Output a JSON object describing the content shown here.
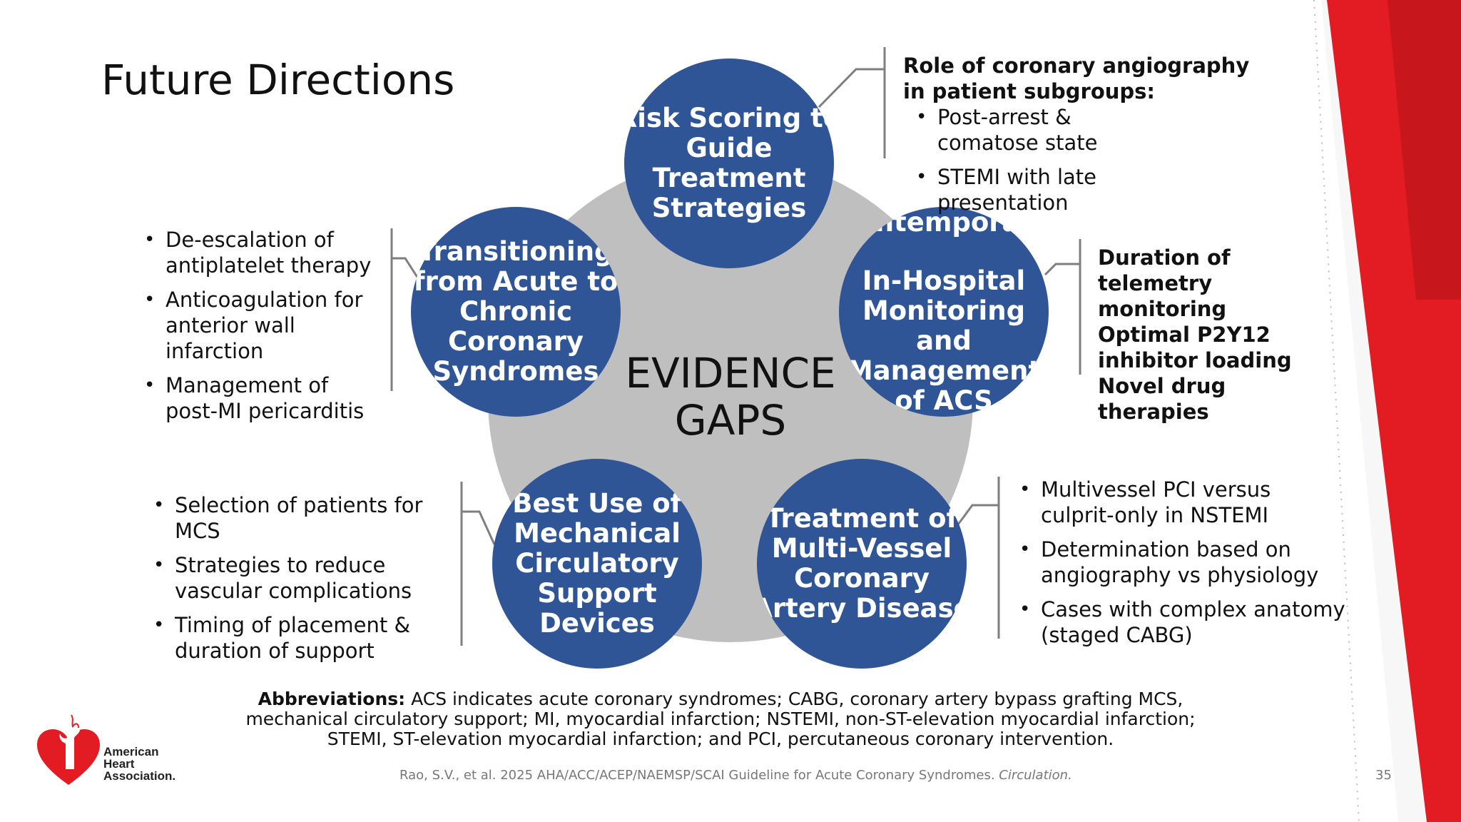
{
  "slide": {
    "title": "Future Directions",
    "page_number": "35",
    "brand_color": "#e31b23",
    "node_color": "#2f5597",
    "hub_color": "#bfbfbf"
  },
  "center": {
    "line1": "EVIDENCE",
    "line2": "GAPS"
  },
  "nodes": {
    "risk": [
      "Risk Scoring to",
      "Guide",
      "Treatment",
      "Strategies"
    ],
    "transition": [
      "Transitioning",
      "from Acute to",
      "Chronic",
      "Coronary",
      "Syndromes"
    ],
    "contemporary": [
      "Contemporary",
      "",
      "In-Hospital",
      "Monitoring",
      "and",
      "Management",
      "of ACS"
    ],
    "mcs": [
      "Best Use of",
      "Mechanical",
      "Circulatory",
      "Support",
      "Devices"
    ],
    "multivessel": [
      "Treatment of",
      "Multi-Vessel",
      "Coronary",
      "Artery Disease"
    ]
  },
  "callouts": {
    "angiography": {
      "heading_line1": "Role of coronary angiography",
      "heading_line2": "in patient subgroups:",
      "items": [
        "Post-arrest & comatose state",
        "STEMI with late presentation"
      ]
    },
    "acute_chronic": {
      "items": [
        "De-escalation of antiplatelet therapy",
        "Anticoagulation for anterior wall infarction",
        "Management of post-MI pericarditis"
      ]
    },
    "monitoring": {
      "lines": [
        "Duration of",
        "telemetry",
        "monitoring",
        "Optimal P2Y12",
        "inhibitor loading",
        "Novel drug",
        "therapies"
      ]
    },
    "mcs": {
      "items": [
        "Selection of patients for MCS",
        "Strategies to reduce vascular complications",
        "Timing of placement & duration of support"
      ]
    },
    "multivessel": {
      "items": [
        "Multivessel PCI versus culprit-only in NSTEMI",
        "Determination based on angiography vs physiology",
        "Cases with complex anatomy (staged CABG)"
      ]
    }
  },
  "abbreviations": {
    "label": "Abbreviations:",
    "text": " ACS indicates acute coronary syndromes; CABG, coronary artery bypass grafting MCS, mechanical circulatory support; MI, myocardial infarction; NSTEMI, non-ST-elevation myocardial infarction; STEMI, ST-elevation myocardial infarction; and PCI, percutaneous coronary intervention."
  },
  "citation": {
    "text": "Rao, S.V., et al. 2025 AHA/ACC/ACEP/NAEMSP/SCAI Guideline for Acute Coronary Syndromes. ",
    "journal": "Circulation."
  },
  "logo": {
    "line1": "American",
    "line2": "Heart",
    "line3": "Association."
  }
}
